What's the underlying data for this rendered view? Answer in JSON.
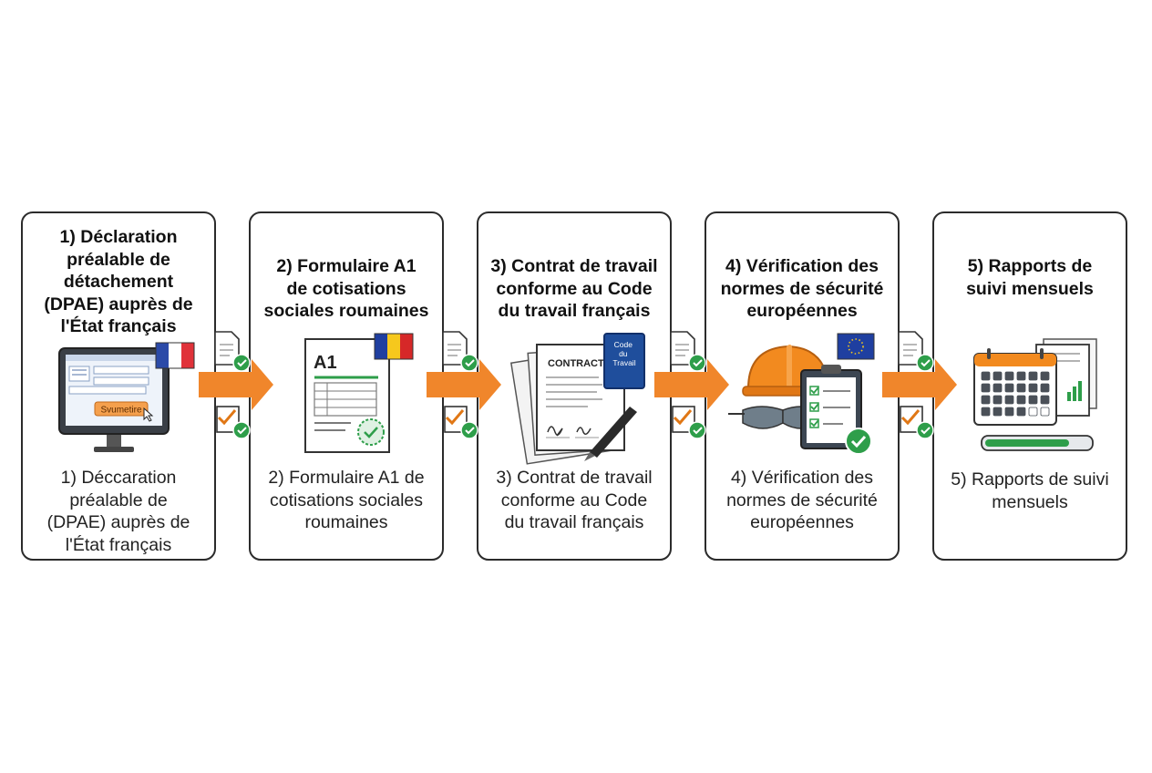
{
  "steps": [
    {
      "title": "1) Déclaration\npréalable de\ndétachement\n(DPAE) auprès de\nl'État français",
      "caption": "1) Déccaration\npréalable de\n(DPAE) auprès de\nl'État français",
      "button_label": "Svumetire",
      "flag": "france-flag"
    },
    {
      "title": "2) Formulaire A1\nde cotisations\nsociales roumaines",
      "caption": "2) Formulaire A1 de\ncotisations sociales\nroumaines",
      "document_label": "A1",
      "flag": "romania-flag"
    },
    {
      "title": "3) Contrat de travail\nconforme au Code\ndu travail français",
      "caption": "3) Contrat de travail\nconforme au Code\ndu travail français",
      "document_label": "CONTRACT",
      "book_label": "Code\ndu\nTravail"
    },
    {
      "title": "4) Vérification des\nnormes de sécurité\neuropéennes",
      "caption": "4) Vérification des\nnormes de sécurité\neuropéennes",
      "flag": "eu-flag"
    },
    {
      "title": "5) Rapports de\nsuivi mensuels",
      "caption": "5) Rapports de suivi\nmensuels"
    }
  ],
  "colors": {
    "arrow": "#f0862b",
    "check": "#2e9e4a",
    "border": "#2b2b2b",
    "blue": "#1f4e9c"
  }
}
